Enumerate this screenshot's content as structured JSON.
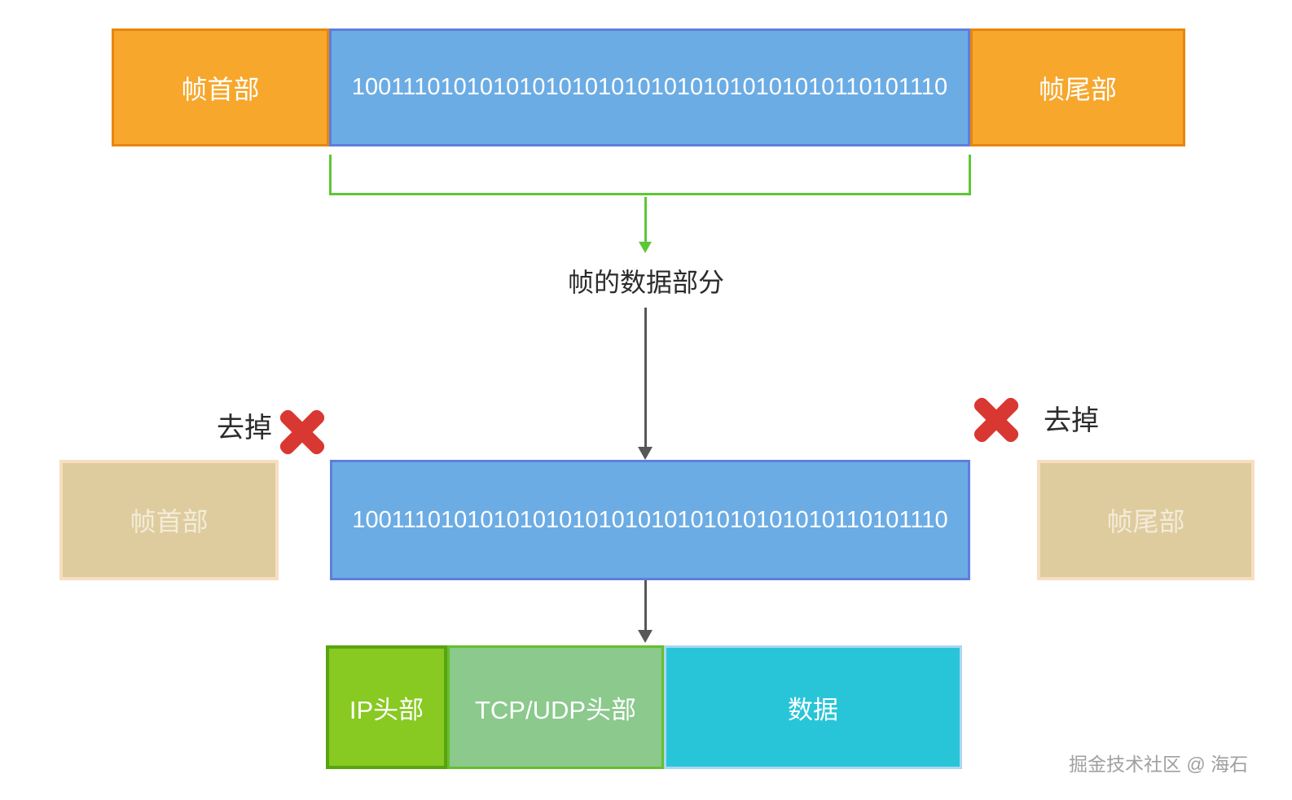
{
  "top_row": {
    "header_label": "帧首部",
    "binary": "1001110101010101010101010101010101010110101110",
    "trailer_label": "帧尾部"
  },
  "annotations": {
    "frame_data_label": "帧的数据部分",
    "remove_left_label": "去掉",
    "remove_right_label": "去掉"
  },
  "middle_row": {
    "header_label": "帧首部",
    "binary": "1001110101010101010101010101010101010110101110",
    "trailer_label": "帧尾部"
  },
  "bottom_row": {
    "ip_label": "IP头部",
    "tcp_label": "TCP/UDP头部",
    "data_label": "数据"
  },
  "watermark": "掘金技术社区 @ 海石",
  "icons": {
    "remove_icon": "red-x-icon",
    "extract_arrow": "green-arrow-down-icon",
    "flow_arrow": "arrow-down-icon",
    "data_span": "bracket-icon"
  },
  "colors": {
    "orange_fill": "#F6A72C",
    "orange_border": "#E8860D",
    "blue_fill": "#6CACE4",
    "blue_border": "#5E7EDC",
    "tan_fill": "#DFCC9E",
    "tan_border": "#F6DFC1",
    "green_accent": "#5DC736",
    "arrow_gray": "#575757",
    "red_x": "#D93832",
    "ip_fill": "#88C922",
    "ip_border": "#58A410",
    "tcp_fill": "#8BC98D",
    "tcp_border": "#65BF2B",
    "data_fill": "#28C5D8",
    "data_border": "#ABD7F1",
    "watermark_gray": "#A0A0A0"
  }
}
